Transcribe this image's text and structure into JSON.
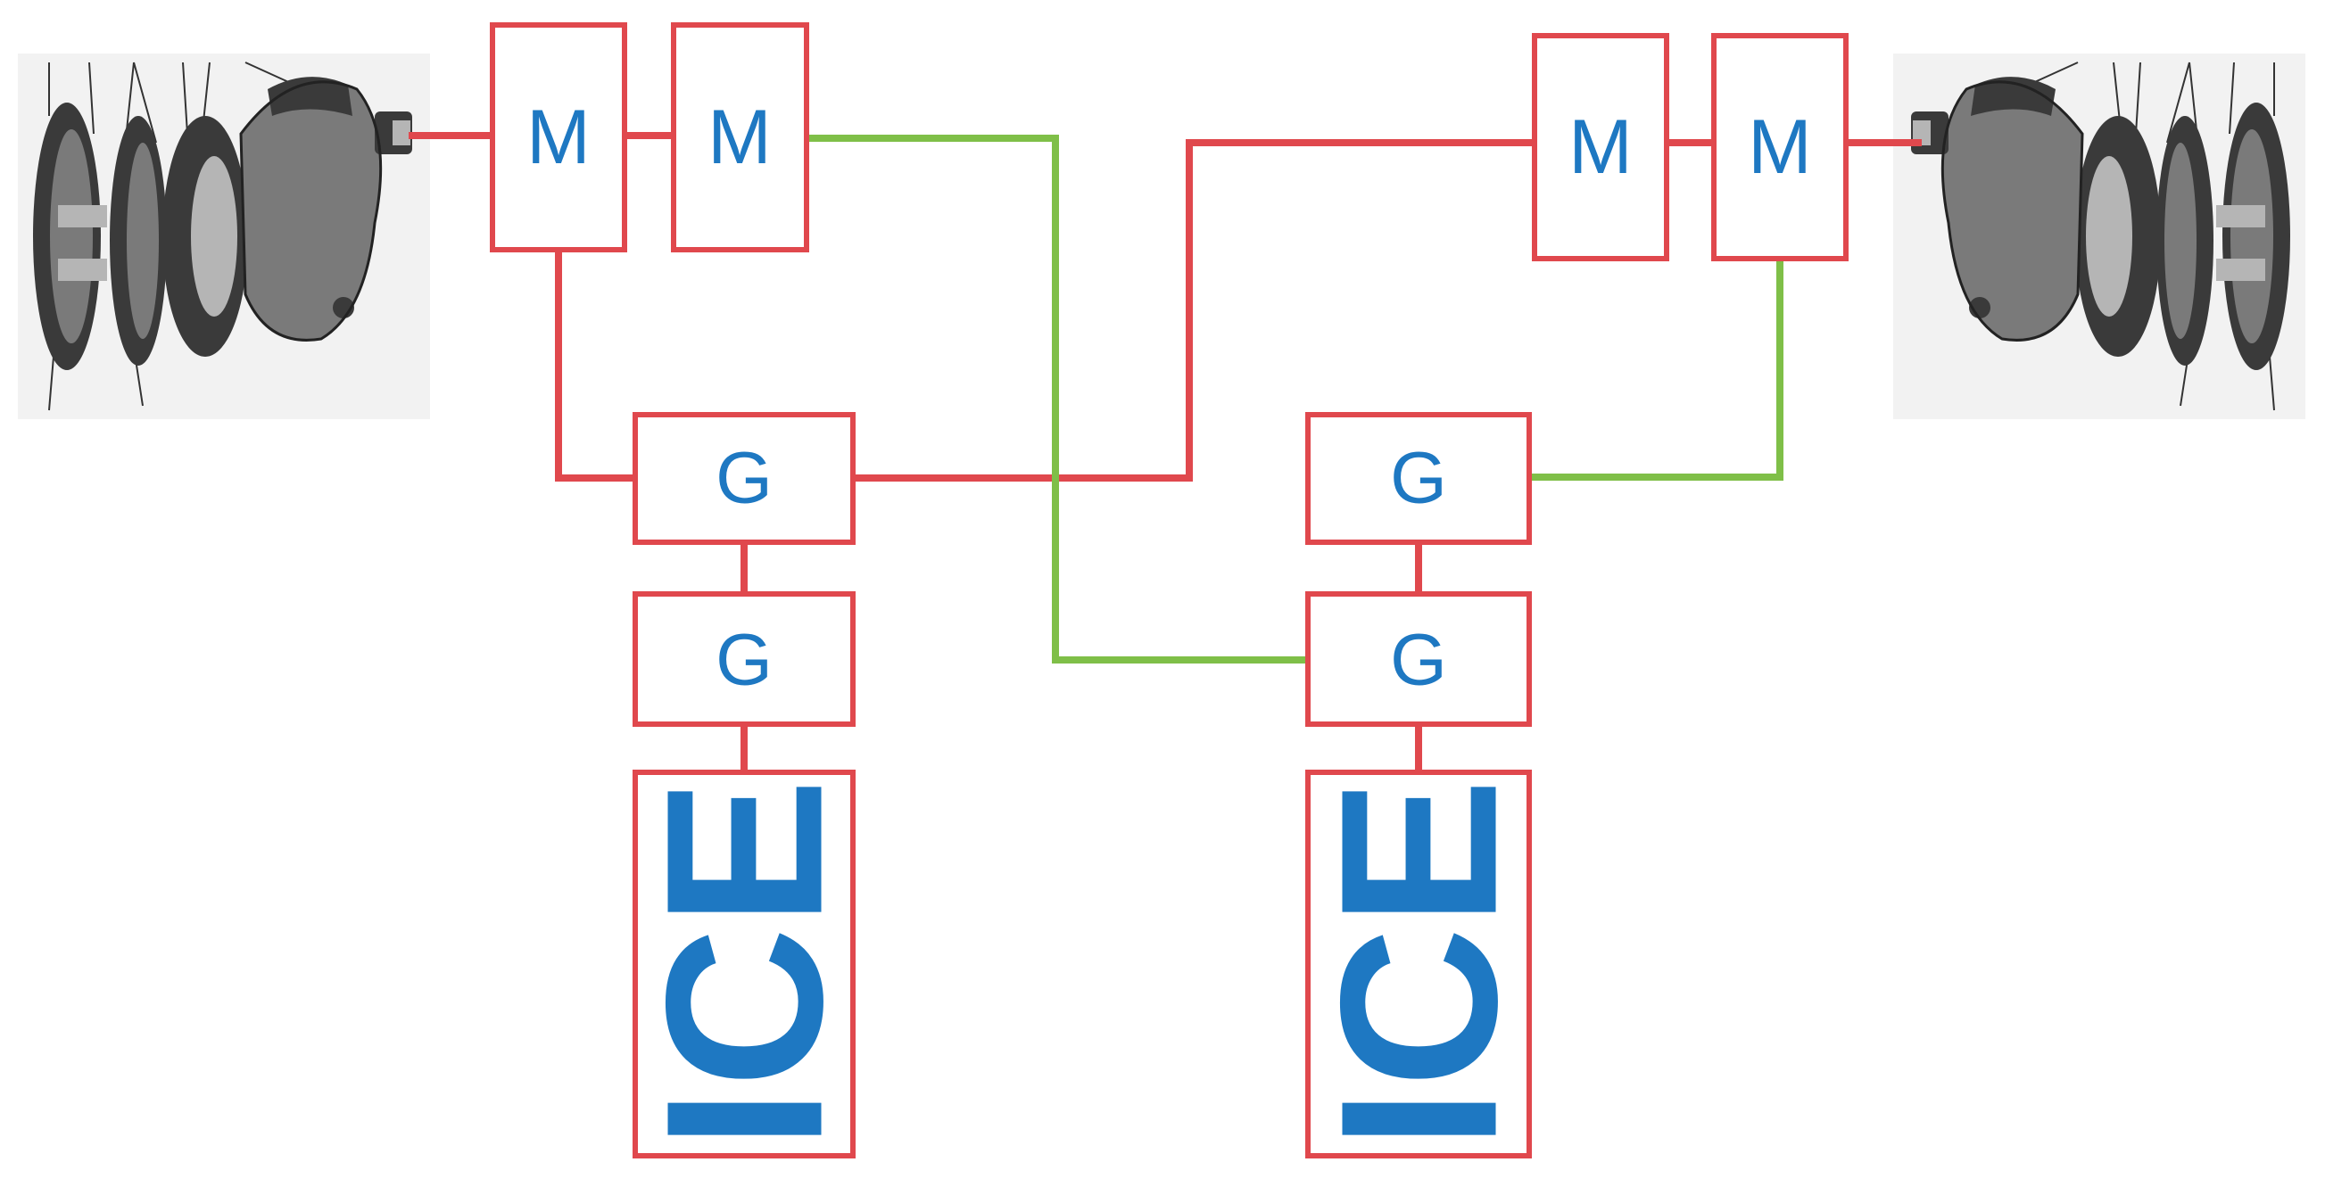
{
  "colors": {
    "box_border": "#e0484d",
    "label_text": "#1e78c2",
    "electrical_link_red": "#e0484d",
    "electrical_link_green": "#7fbf48",
    "background": "#ffffff"
  },
  "images": {
    "left_axle": "wheel-hub-motor-photo",
    "right_axle": "wheel-hub-motor-photo-mirrored"
  },
  "boxes": {
    "motor_1": "M",
    "motor_2": "M",
    "motor_3": "M",
    "motor_4": "M",
    "gen_left_top": "G",
    "gen_left_bottom": "G",
    "gen_right_top": "G",
    "gen_right_bottom": "G",
    "engine_left": "ICE",
    "engine_right": "ICE"
  }
}
